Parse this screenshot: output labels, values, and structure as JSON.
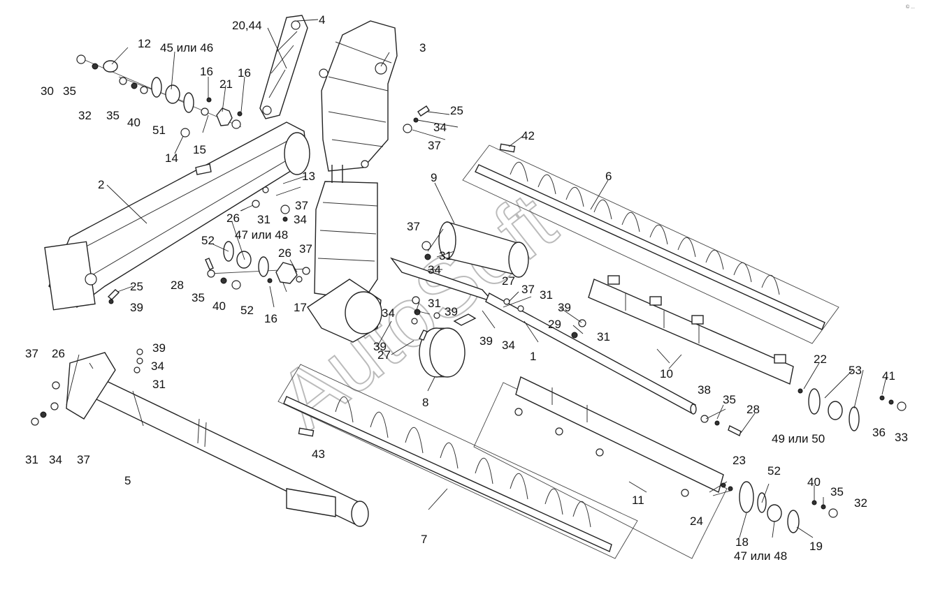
{
  "diagram": {
    "watermark": "AutoSoft",
    "corner_mark": "© ...",
    "callouts": [
      "1",
      "2",
      "3",
      "4",
      "5",
      "6",
      "7",
      "8",
      "9",
      "10",
      "11",
      "12",
      "13",
      "14",
      "15",
      "16",
      "16",
      "16",
      "17",
      "18",
      "19",
      "20,44",
      "21",
      "22",
      "23",
      "24",
      "25",
      "25",
      "26",
      "26",
      "26",
      "27",
      "27",
      "28",
      "28",
      "29",
      "30",
      "31",
      "31",
      "31",
      "31",
      "31",
      "31",
      "31",
      "32",
      "32",
      "33",
      "34",
      "34",
      "34",
      "34",
      "34",
      "34",
      "34",
      "35",
      "35",
      "35",
      "35",
      "35",
      "36",
      "37",
      "37",
      "37",
      "37",
      "37",
      "37",
      "37",
      "38",
      "39",
      "39",
      "39",
      "39",
      "39",
      "39",
      "40",
      "40",
      "40",
      "41",
      "42",
      "43",
      "45 или 46",
      "47 или 48",
      "47 или 48",
      "49 или 50",
      "51",
      "52",
      "52",
      "52",
      "53"
    ]
  }
}
